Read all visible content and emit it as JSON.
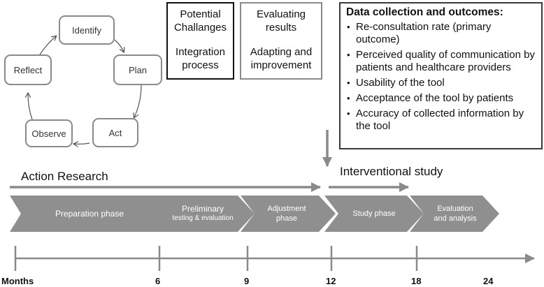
{
  "cycle": {
    "identify": "Identify",
    "plan": "Plan",
    "act": "Act",
    "observe": "Observe",
    "reflect": "Reflect"
  },
  "box1": {
    "line1": "Potential",
    "line2": "Challanges",
    "line3": "Integration",
    "line4": "process"
  },
  "box2": {
    "line1": "Evaluating",
    "line2": "results",
    "line3": "Adapting and",
    "line4": "improvement"
  },
  "outcomes": {
    "heading": "Data collection and outcomes:",
    "items": [
      "Re-consultation rate (primary outcome)",
      "Perceived quality of communication by patients and healthcare providers",
      "Usability of the tool",
      "Acceptance of the tool by patients",
      "Accuracy of collected information by the tool"
    ]
  },
  "sections": {
    "action_research": "Action Research",
    "interventional_study": "Interventional study"
  },
  "phases": [
    {
      "line1": "Preparation phase",
      "line2": ""
    },
    {
      "line1": "Preliminary",
      "line2": "testing & evaluation"
    },
    {
      "line1": "Adjustment",
      "line2": "phase"
    },
    {
      "line1": "Study phase",
      "line2": ""
    },
    {
      "line1": "Evaluation",
      "line2": "and analysis"
    }
  ],
  "timeline": {
    "label": "Months",
    "ticks": [
      "6",
      "9",
      "12",
      "18",
      "24"
    ]
  },
  "colors": {
    "phase_fill": "#8f8f8f",
    "arrow": "#8a8a8a",
    "box1_border": "#111111",
    "box2_border": "#8a8a8a"
  }
}
